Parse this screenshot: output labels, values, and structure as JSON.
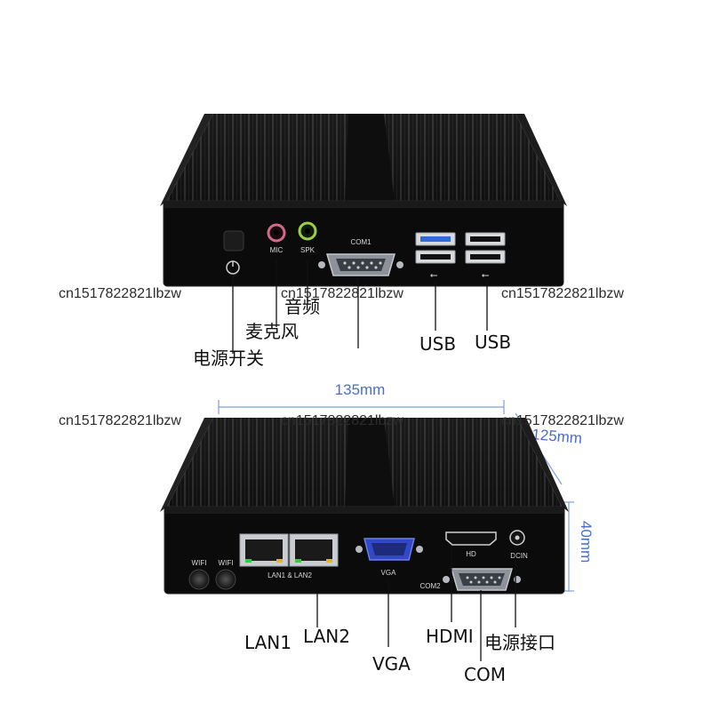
{
  "watermark": "cn1517822821lbzw",
  "top_device": {
    "port_labels": {
      "mic": "MIC",
      "spk": "SPK",
      "com1": "COM1"
    },
    "callouts": {
      "audio": "音频",
      "mic": "麦克风",
      "power_switch": "电源开关",
      "usb_left": "USB",
      "usb_right": "USB"
    }
  },
  "bottom_device": {
    "port_labels": {
      "wifi_left": "WIFI",
      "wifi_right": "WIFI",
      "lan": "LAN1 & LAN2",
      "vga": "VGA",
      "hd": "HD",
      "dcin": "DCIN",
      "com2": "COM2"
    },
    "callouts": {
      "lan1": "LAN1",
      "lan2": "LAN2",
      "vga": "VGA",
      "hdmi": "HDMI",
      "power_jack": "电源接口",
      "com": "COM"
    }
  },
  "dimensions": {
    "width": "135mm",
    "depth": "125mm",
    "height": "40mm"
  },
  "colors": {
    "case": "#141414",
    "panel": "#0b0b0b",
    "fin_light": "#3a3a3a",
    "accent_dimension": "#4a6ec8",
    "usb_blue": "#2f6bd8",
    "vga_blue": "#3348c9"
  }
}
